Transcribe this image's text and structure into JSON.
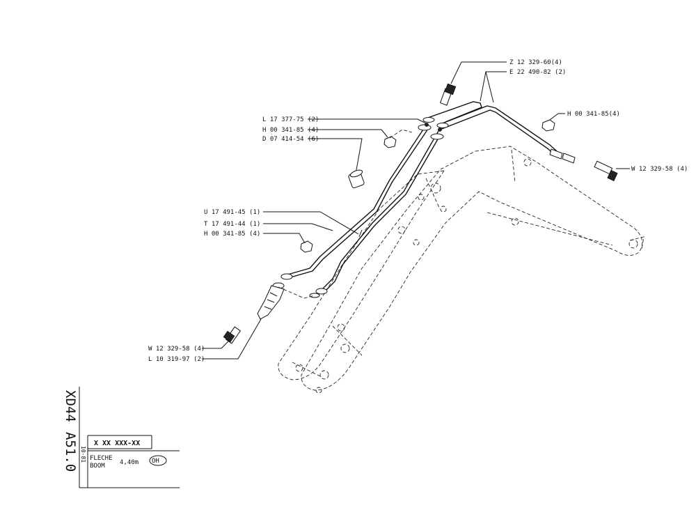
{
  "callouts": [
    {
      "id": "z12329",
      "text": "Z 12 329-60(4)"
    },
    {
      "id": "e22490",
      "text": "E 22 490-82 (2)"
    },
    {
      "id": "h00341a",
      "text": "H 00 341-85(4)"
    },
    {
      "id": "w12329a",
      "text": "W 12 329-58 (4)"
    },
    {
      "id": "l17377",
      "text": "L 17 377-75 (2)"
    },
    {
      "id": "h00341b",
      "text": "H 00 341-85 (4)"
    },
    {
      "id": "d07414",
      "text": "D 07 414-54 (6)"
    },
    {
      "id": "u17491",
      "text": "U 17 491-45 (1)"
    },
    {
      "id": "t17491",
      "text": "T 17 491-44 (1)"
    },
    {
      "id": "h00341c",
      "text": "H 00 341-85 (4)"
    },
    {
      "id": "w12329b",
      "text": "W 12 329-58 (4)"
    },
    {
      "id": "l10319",
      "text": "L 10 319-97 (2)"
    }
  ],
  "title_block": {
    "model": "XD44",
    "sheet": "A51.0",
    "date": "10-81",
    "serial": "X XX XXX-XX",
    "name_fr": "FLECHE",
    "name_en": "BOOM",
    "length": "4,40m",
    "variant": "OH"
  }
}
